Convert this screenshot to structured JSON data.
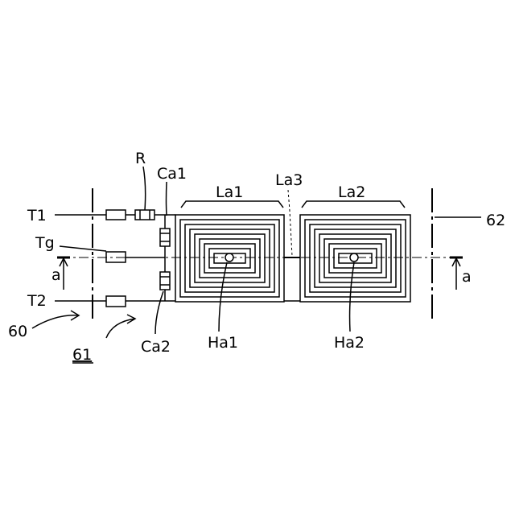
{
  "labels": {
    "t1": "T1",
    "tg": "Tg",
    "t2": "T2",
    "r": "R",
    "ca1": "Ca1",
    "ca2": "Ca2",
    "la1": "La1",
    "la2": "La2",
    "la3": "La3",
    "ha1": "Ha1",
    "ha2": "Ha2",
    "ref_60": "60",
    "ref_61": "61",
    "ref_62": "62",
    "section_left": "a",
    "section_right": "a"
  },
  "colors": {
    "ink": "#000000",
    "background": "#ffffff"
  }
}
